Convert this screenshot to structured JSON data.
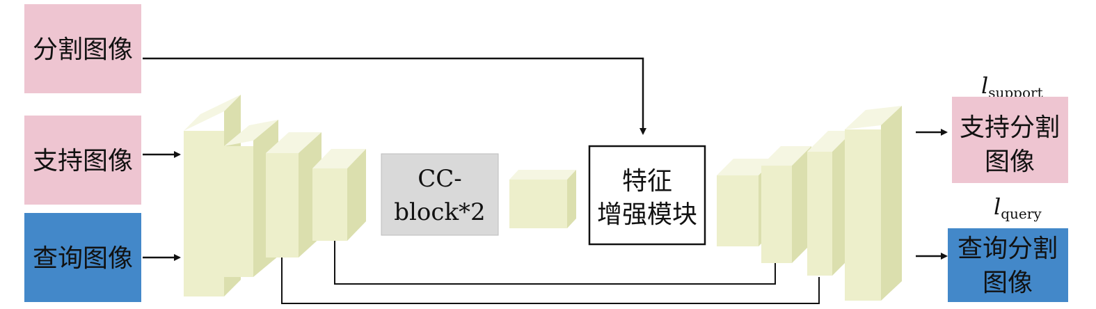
{
  "colors": {
    "pink": "#EEC5D1",
    "blue": "#4388C9",
    "block_face": "#EDEFCB",
    "block_top": "#F5F6E2",
    "block_side": "#DBDFAE",
    "gray": "#D9D9D9",
    "line": "#111111"
  },
  "inputs": {
    "segmentation_image": "分割图像",
    "support_image": "支持图像",
    "query_image": "查询图像"
  },
  "middle": {
    "cc_block_line1": "CC-",
    "cc_block_line2": "block*2",
    "feature_enhance_line1": "特征",
    "feature_enhance_line2": "增强模块"
  },
  "outputs": {
    "support_seg_line1": "支持分割",
    "support_seg_line2": "图像",
    "query_seg_line1": "查询分割",
    "query_seg_line2": "图像",
    "loss_support_symbol": "l",
    "loss_support_sub": "support",
    "loss_query_symbol": "l",
    "loss_query_sub": "query"
  }
}
